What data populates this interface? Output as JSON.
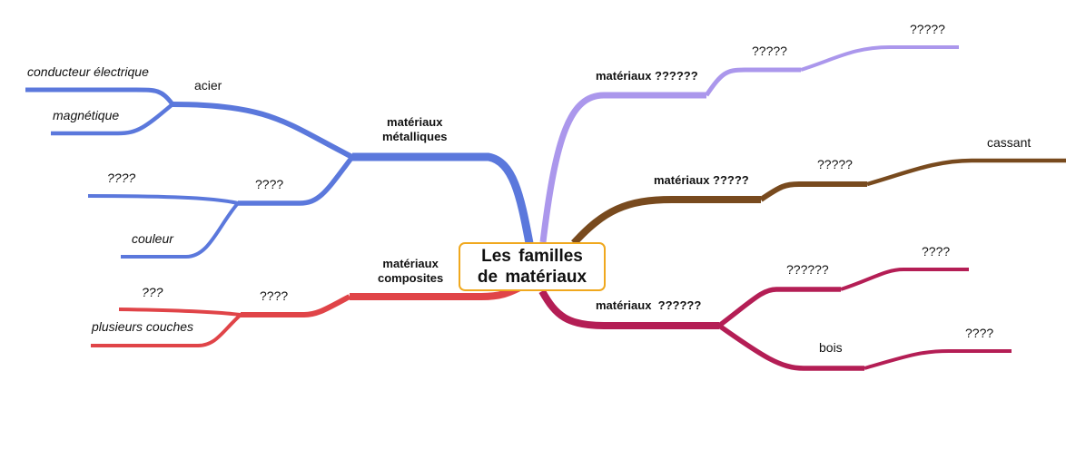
{
  "center": {
    "title_line1": "Les familles",
    "title_line2": "de matériaux"
  },
  "colors": {
    "metal": "#5b78dc",
    "composite": "#e04448",
    "lavender": "#ab97ec",
    "brown": "#784a1e",
    "crimson": "#b41e55",
    "center_border": "#f0a81e"
  },
  "branches": {
    "metalliques": {
      "label_line1": "matériaux",
      "label_line2": "métalliques",
      "acier": {
        "label": "acier",
        "children": [
          "conducteur électrique",
          "magnétique"
        ]
      },
      "q4": {
        "label": "????",
        "children": [
          "????",
          "couleur"
        ]
      }
    },
    "composites": {
      "label_line1": "matériaux",
      "label_line2": "composites",
      "q4": {
        "label": "????",
        "children": [
          "???",
          "plusieurs couches"
        ]
      }
    },
    "top_right": {
      "label": "matériaux ??????",
      "child": "?????",
      "grandchild": "?????"
    },
    "mid_right": {
      "label": "matériaux ?????",
      "child": "?????",
      "grandchild": "cassant"
    },
    "bottom_right": {
      "label": "matériaux  ??????",
      "child_a": "??????",
      "grandchild_a": "????",
      "child_b": "bois",
      "grandchild_b": "????"
    }
  }
}
